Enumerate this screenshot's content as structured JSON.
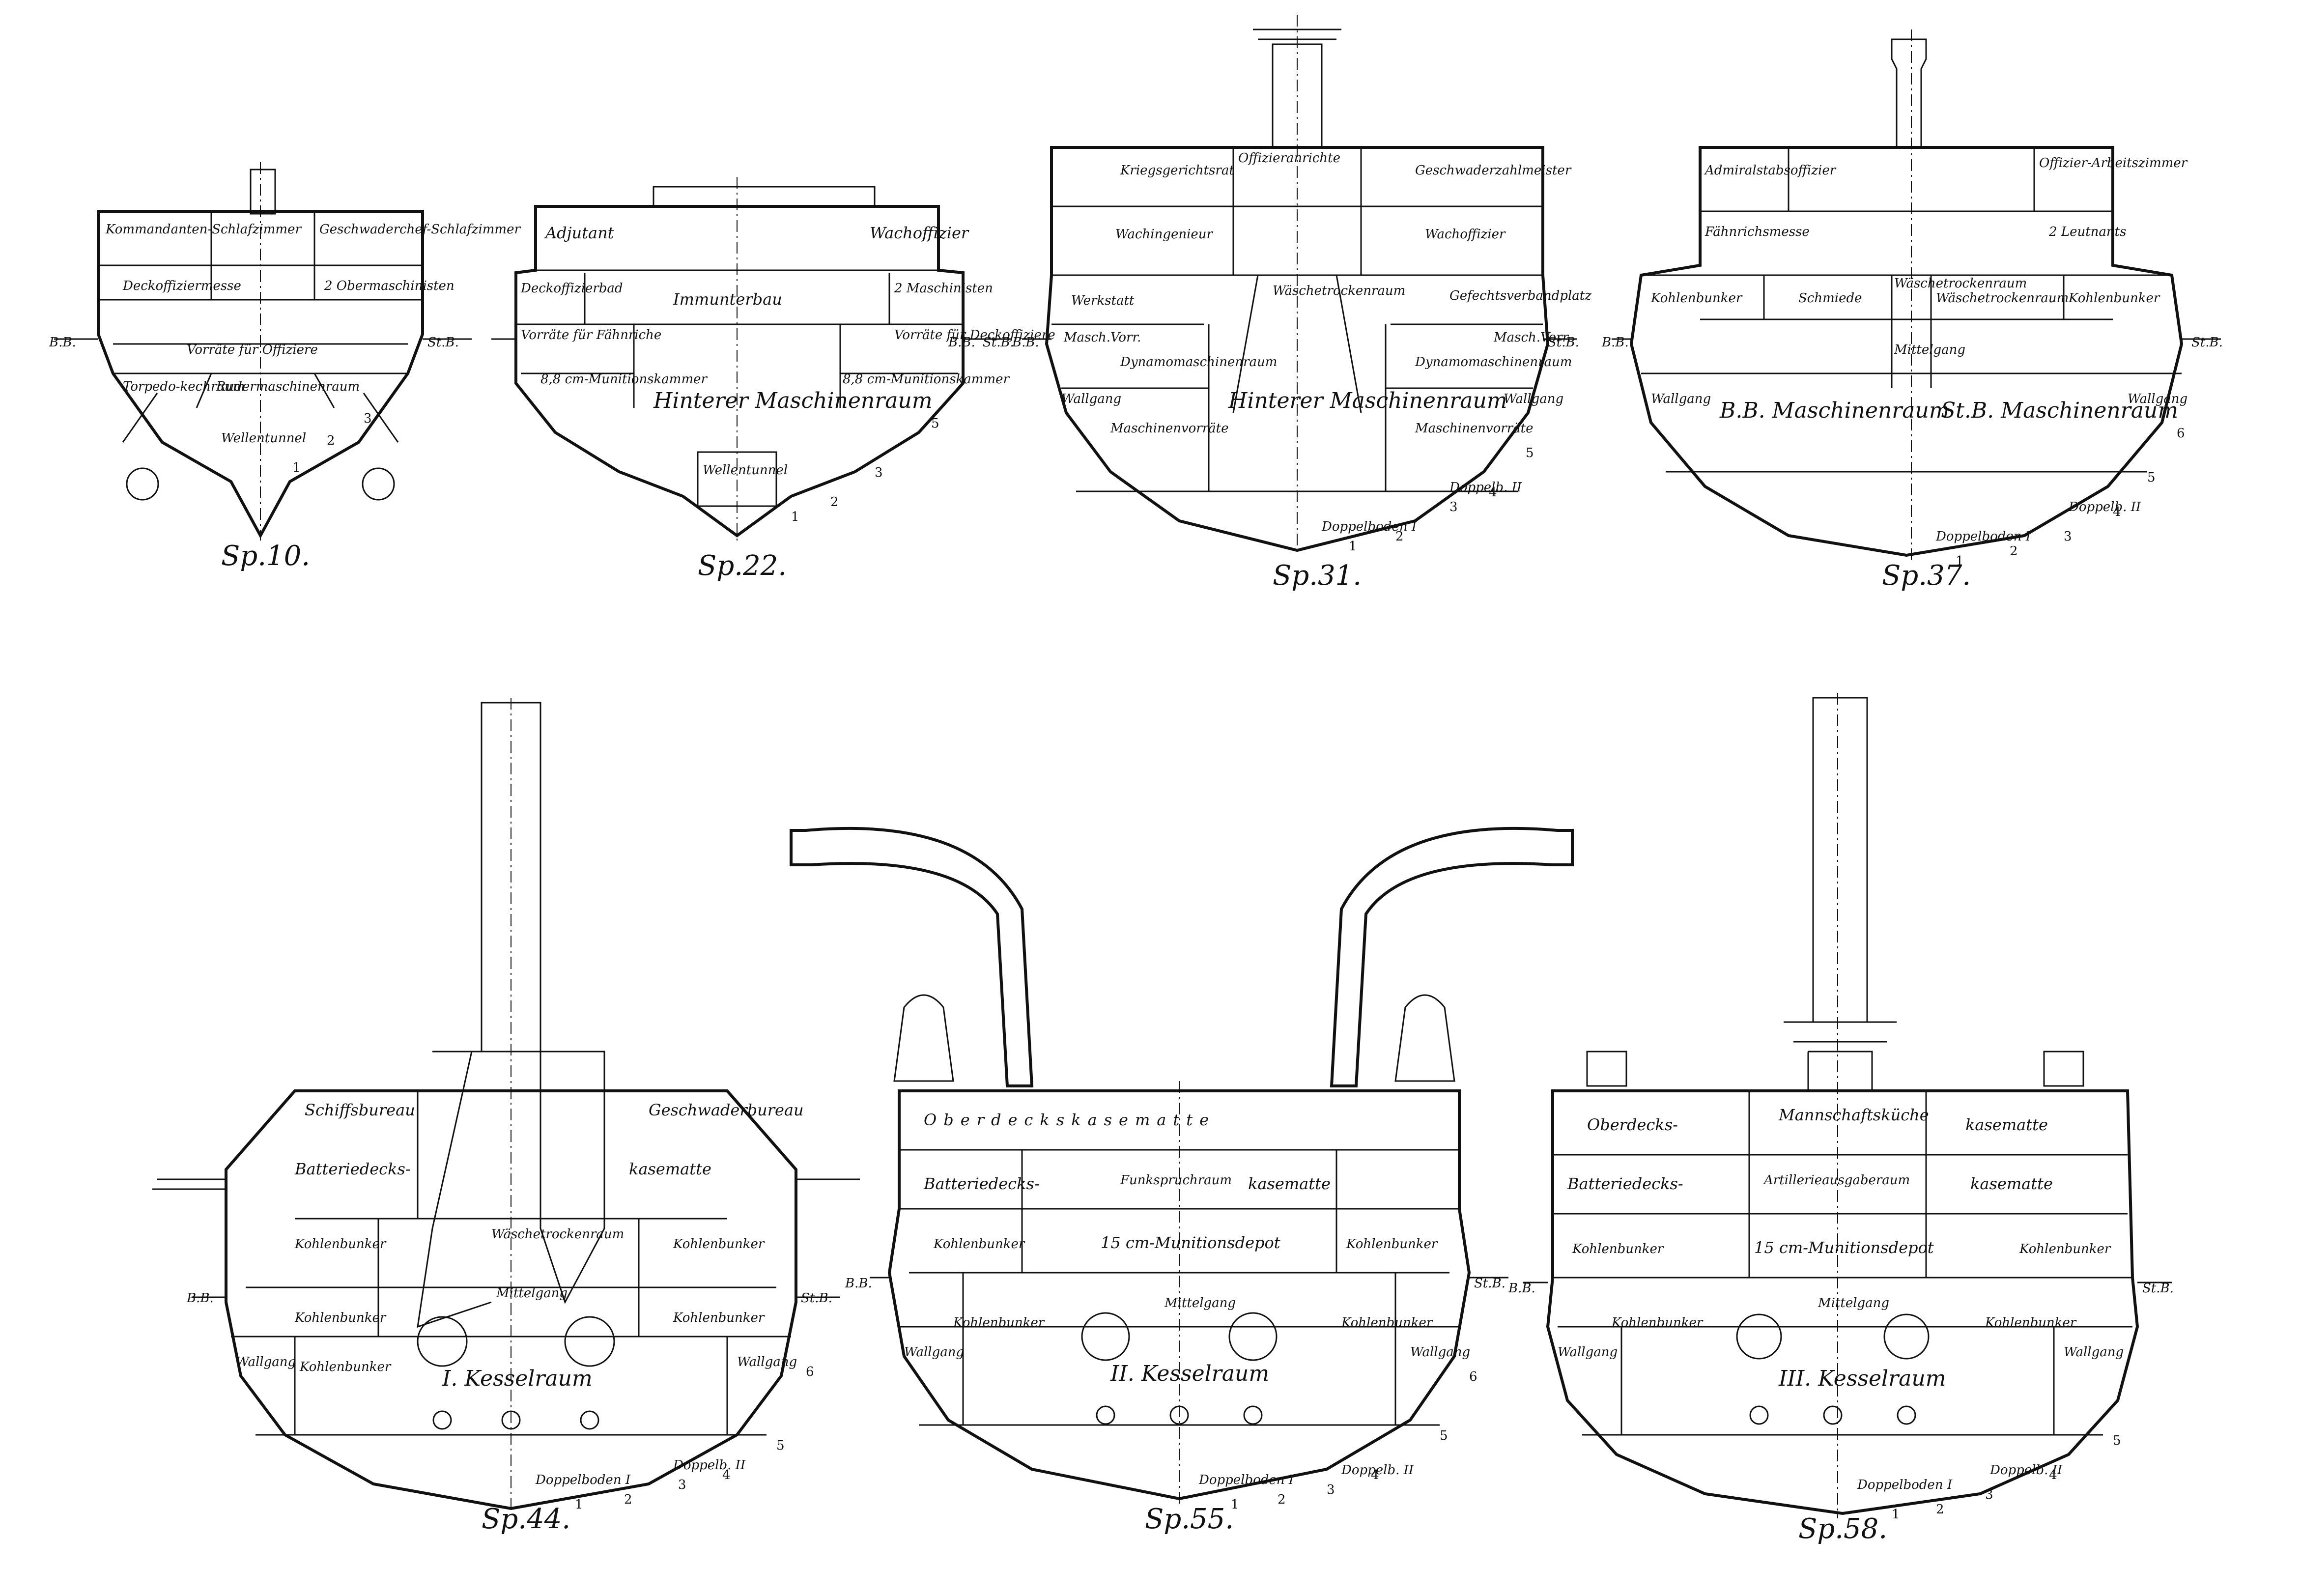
{
  "sections": [
    {
      "id": "sp10",
      "caption": "Sp.10.",
      "side_left": "B.B.",
      "side_right": "St.B.",
      "rooms": [
        "Kommandanten-Schlafzimmer",
        "Geschwaderchef-Schlafzimmer",
        "Deckoffiziermesse",
        "2 Obermaschinisten",
        "Vorräte für Offiziere",
        "Torpedo-kechraum",
        "Rudermaschinenraum",
        "Wellentunnel"
      ],
      "numbers": [
        "1",
        "2",
        "3"
      ]
    },
    {
      "id": "sp22",
      "caption": "Sp.22.",
      "side_left": "B.B.",
      "side_right": "St.B.",
      "rooms": [
        "Adjutant",
        "Wachoffizier",
        "Deckoffizierbad",
        "Immunterbau",
        "2 Maschinisten",
        "Vorräte für Fähnriche",
        "Vorräte für Deckoffiziere",
        "8,8 cm-Munitionskammer",
        "Hinterer Maschinenraum",
        "8,8 cm-Munitionskammer",
        "Wellentunnel"
      ],
      "numbers": [
        "1",
        "2",
        "3",
        "5"
      ]
    },
    {
      "id": "sp31",
      "caption": "Sp.31.",
      "side_left": "B.B.",
      "side_right": "St.B.",
      "rooms": [
        "Kriegsgerichtsrat",
        "Offizieranrichte",
        "Geschwaderzahlmeister",
        "Wachingenieur",
        "Wachoffizier",
        "Werkstatt",
        "Wäschetrockenraum",
        "Gefechtsverbandplatz",
        "Masch.Vorr.",
        "Dynamomaschinenraum",
        "Hinterer Maschinenraum",
        "Dynamomaschinenraum",
        "Masch.Vorr.",
        "Wallgang",
        "Maschinenvorräte",
        "Maschinenvorräte",
        "Wallgang",
        "Doppelboden I",
        "Doppelb. II"
      ],
      "numbers": [
        "1",
        "2",
        "3",
        "4",
        "5"
      ]
    },
    {
      "id": "sp37",
      "caption": "Sp.37.",
      "side_left": "B.B.",
      "side_right": "St.B.",
      "rooms": [
        "Admiralstabsoffizier",
        "Offizier-Arbeitszimmer",
        "Fähnrichsmesse",
        "2 Leutnants",
        "Kohlenbunker",
        "Schmiede",
        "Wäschetrockenraum",
        "Wäschetrockenraum",
        "Kohlenbunker",
        "Mittelgang",
        "Wallgang",
        "B.B. Maschinenraum",
        "St.B. Maschinenraum",
        "Wallgang",
        "Doppelboden I",
        "Doppelb. II"
      ],
      "numbers": [
        "1",
        "2",
        "3",
        "4",
        "5",
        "6"
      ]
    },
    {
      "id": "sp44",
      "caption": "Sp.44.",
      "side_left": "B.B.",
      "side_right": "St.B.",
      "rooms": [
        "Schiffsbureau",
        "Geschwaderbureau",
        "Batteriedecks-",
        "kasematte",
        "Kohlenbunker",
        "Wäschetrockenraum",
        "Kohlenbunker",
        "Mittelgang",
        "Kohlenbunker",
        "Wallgang",
        "Kohlenbunker",
        "I. Kesselraum",
        "Kohlenbunker",
        "Wallgang",
        "Doppelboden I",
        "Doppelb. II"
      ],
      "numbers": [
        "1",
        "2",
        "3",
        "4",
        "5",
        "6"
      ]
    },
    {
      "id": "sp55",
      "caption": "Sp.55.",
      "side_left": "B.B.",
      "side_right": "St.B.",
      "rooms": [
        "Oberdeckskasematte",
        "Batteriedecks-",
        "Funkspruchraum",
        "kasematte",
        "Kohlenbunker",
        "15 cm-Munitionsdepot",
        "Kohlenbunker",
        "Mittelgang",
        "Wallgang",
        "Kohlenbunker",
        "II. Kesselraum",
        "Kohlenbunker",
        "Wallgang",
        "Doppelboden I",
        "Doppelb. II"
      ],
      "numbers": [
        "1",
        "2",
        "3",
        "4",
        "5",
        "6"
      ]
    },
    {
      "id": "sp58",
      "caption": "Sp.58.",
      "side_left": "B.B.",
      "side_right": "St.B.",
      "rooms": [
        "Oberdecks-",
        "Mannschaftsküche",
        "kasematte",
        "Batteriedecks-",
        "Artillerieausgaberaum",
        "kasematte",
        "Kohlenbunker",
        "15 cm-Munitionsdepot",
        "Kohlenbunker",
        "Mittelgang",
        "Wallgang",
        "Kohlenbunker",
        "III. Kesselraum",
        "Kohlenbunker",
        "Wallgang",
        "Doppelboden I",
        "Doppelb. II"
      ],
      "numbers": [
        "1",
        "2",
        "3",
        "4",
        "5"
      ]
    }
  ]
}
